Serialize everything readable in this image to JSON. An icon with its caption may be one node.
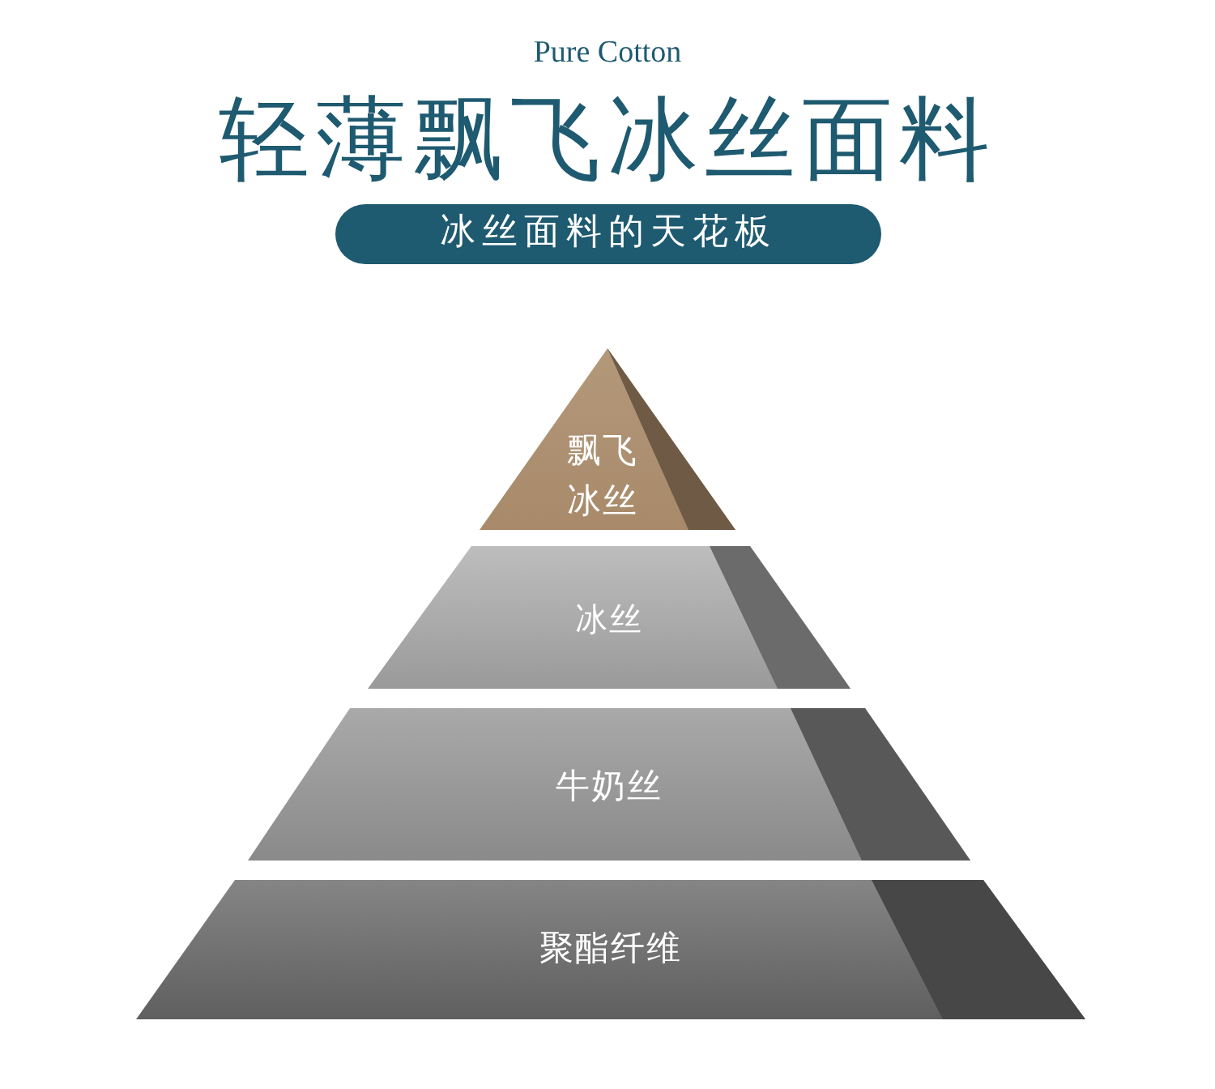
{
  "diagram": {
    "title": "轻薄飘飞冰丝面料",
    "nodes": [
      {
        "text": [
          "冰丝面料的天花板"
        ]
      },
      {
        "text": [
          "飘飞冰丝"
        ]
      },
      {
        "text": [
          "冰丝"
        ]
      },
      {
        "text": [
          "牛奶丝"
        ]
      },
      {
        "text": [
          "聚酯纤维"
        ]
      }
    ],
    "labels": [
      "Pure Cotton"
    ]
  }
}
